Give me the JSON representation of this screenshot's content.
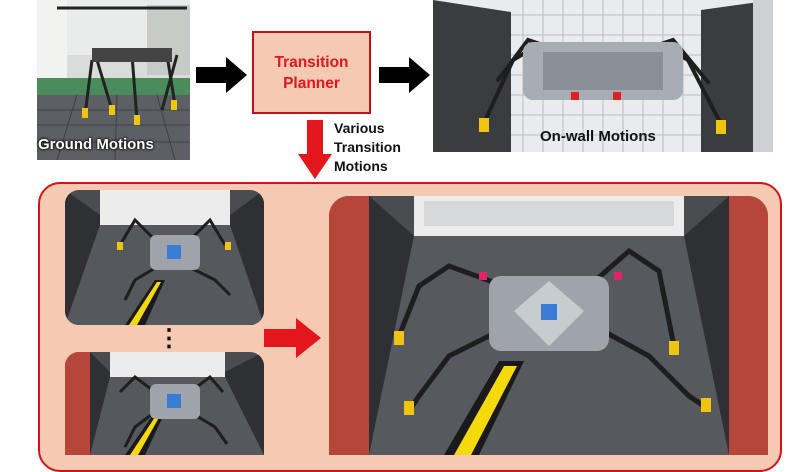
{
  "planner": {
    "line1": "Transition",
    "line2": "Planner"
  },
  "captions": {
    "ground": "Ground Motions",
    "wall": "On-wall Motions"
  },
  "various": {
    "line1": "Various",
    "line2": "Transition",
    "line3": "Motions"
  },
  "ellipsis": "⋮",
  "colors": {
    "accent_red": "#e3161b",
    "panel_fill": "#f6c9b3",
    "panel_border": "#d2141a",
    "arrow_black": "#000000"
  }
}
